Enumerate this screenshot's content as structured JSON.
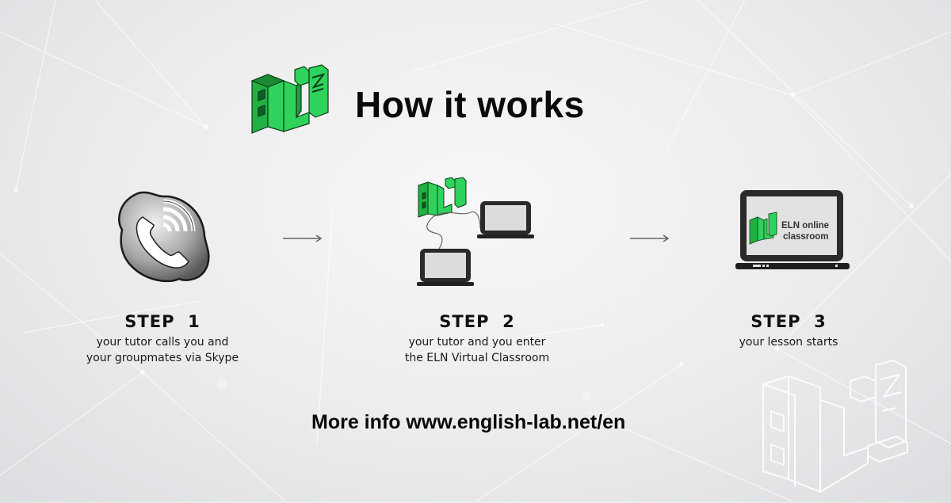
{
  "header": {
    "logo_icon": "eln-logo-icon",
    "title": "How it works"
  },
  "steps": [
    {
      "icon": "skype-call-icon",
      "title": "STEP  1",
      "description_lines": [
        "your tutor calls you and",
        "your groupmates via Skype"
      ]
    },
    {
      "icon": "connected-laptops-icon",
      "title": "STEP  2",
      "description_lines": [
        "your tutor and you enter",
        "the ELN Virtual Classroom"
      ]
    },
    {
      "icon": "laptop-classroom-icon",
      "title": "STEP  3",
      "description_lines": [
        "your lesson starts"
      ],
      "screen_text_lines": [
        "ELN online",
        "classroom"
      ]
    }
  ],
  "arrows": [
    "arrow-right-icon",
    "arrow-right-icon"
  ],
  "footer": {
    "more_info": "More info www.english-lab.net/en"
  },
  "watermark": {
    "icon": "eln-logo-outline-icon"
  },
  "colors": {
    "brand_green": "#2ecc54",
    "brand_green_dark": "#1a8a35",
    "text": "#0a0a0a"
  }
}
